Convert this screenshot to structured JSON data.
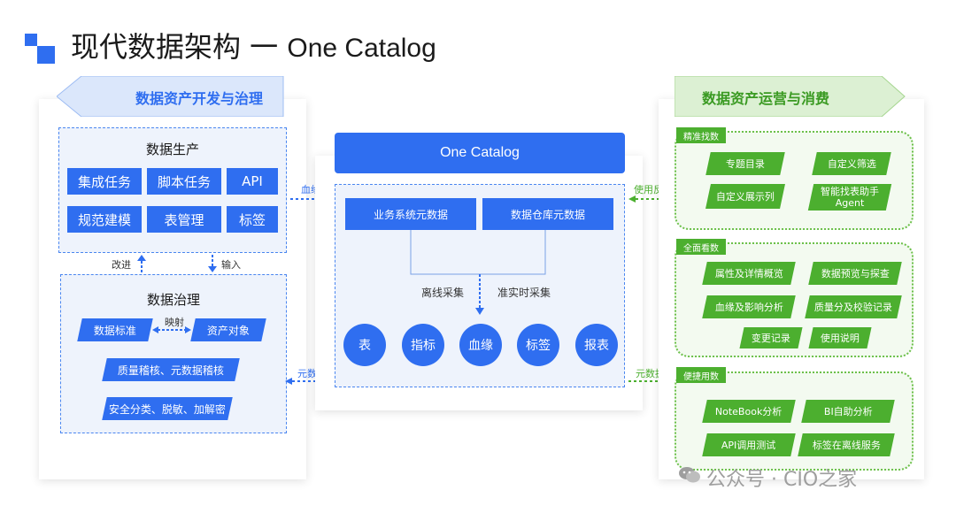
{
  "title": {
    "zh": "现代数据架构 一",
    "en": "One Catalog"
  },
  "left": {
    "banner": "数据资产开发与治理",
    "production": {
      "title": "数据生产",
      "items": [
        "集成任务",
        "脚本任务",
        "API",
        "规范建模",
        "表管理",
        "标签"
      ]
    },
    "improve": "改进",
    "input": "输入",
    "governance": {
      "title": "数据治理",
      "std": "数据标准",
      "map": "映射",
      "asset": "资产对象",
      "quality": "质量稽核、元数据稽核",
      "security": "安全分类、脱敏、加解密"
    }
  },
  "center": {
    "header": "One Catalog",
    "biz_meta": "业务系统元数据",
    "dw_meta": "数据仓库元数据",
    "offline": "离线采集",
    "realtime": "准实时采集",
    "circles": [
      "表",
      "指标",
      "血缘",
      "标签",
      "报表"
    ]
  },
  "arrows": {
    "lineage": "血缘",
    "meta_left": "元数据",
    "feedback": "使用反馈",
    "meta_right": "元数据"
  },
  "right": {
    "banner": "数据资产运营与消费",
    "sec1": {
      "tag": "精准找数",
      "items": [
        "专题目录",
        "自定义筛选",
        "自定义展示列",
        "智能找表助手 Agent"
      ]
    },
    "sec2": {
      "tag": "全面看数",
      "items": [
        "属性及详情概览",
        "数据预览与探查",
        "血缘及影响分析",
        "质量分及校验记录",
        "变更记录",
        "使用说明"
      ]
    },
    "sec3": {
      "tag": "便捷用数",
      "items": [
        "NoteBook分析",
        "BI自助分析",
        "API调用测试",
        "标签在离线服务"
      ]
    }
  },
  "watermark": "公众号 · CIO之家",
  "colors": {
    "blue": "#2f6ef0",
    "green": "#4caf2f",
    "light_blue": "#eef3fc",
    "light_green": "#f3faf0"
  }
}
